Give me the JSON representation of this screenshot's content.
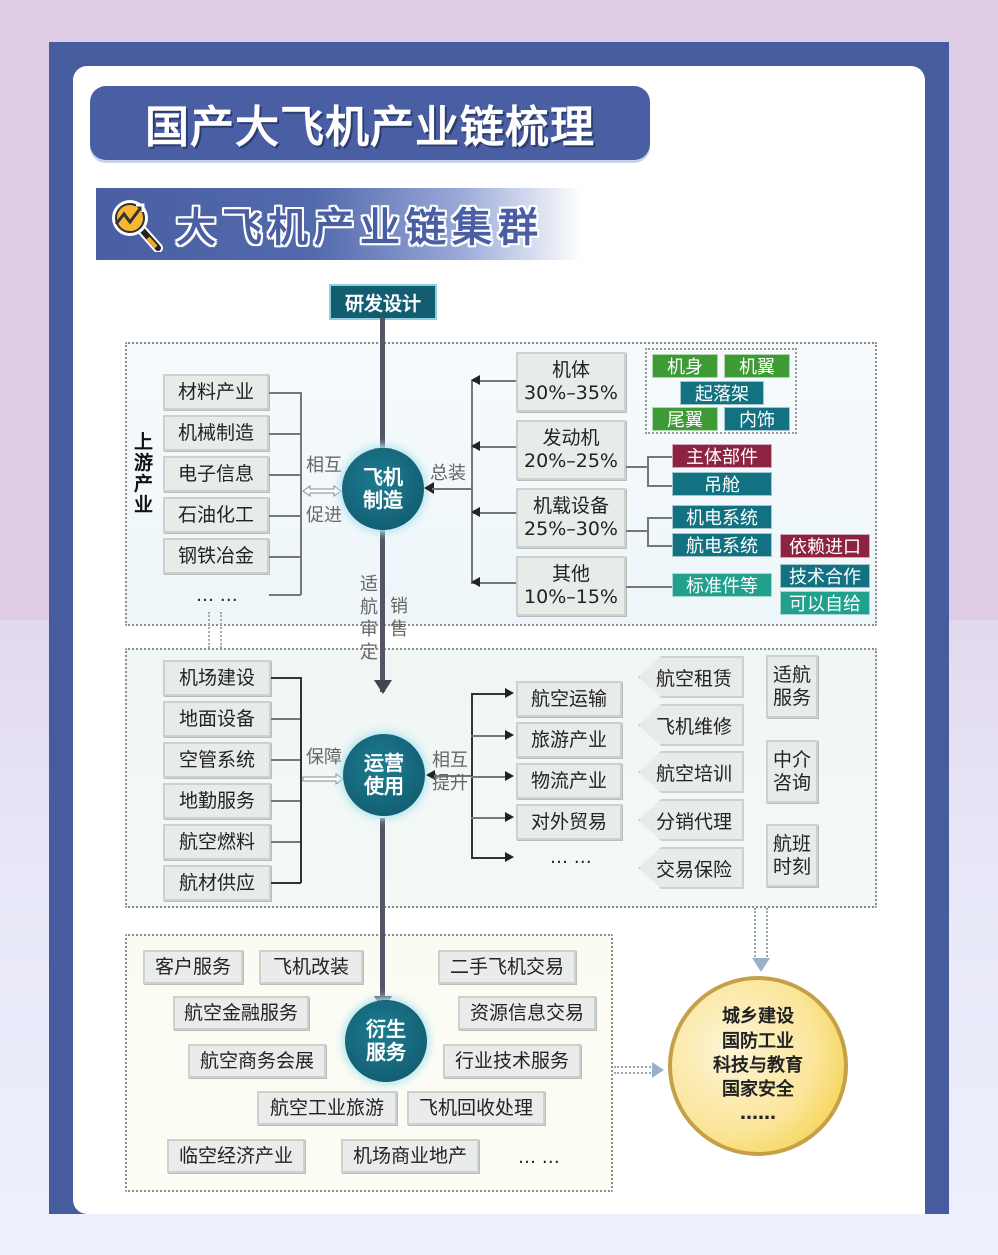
{
  "header": {
    "title": "国产大飞机产业链梳理",
    "subtitle": "大飞机产业链集群",
    "subtitle_icon": "magnifier-chart-icon"
  },
  "top_node": "研发设计",
  "upstream": {
    "side_label": "上游产业",
    "items": [
      "材料产业",
      "机械制造",
      "电子信息",
      "石油化工",
      "钢铁冶金",
      "… …"
    ],
    "relation_top": "相互",
    "relation_bottom": "促进",
    "center": "飞机\n制造",
    "assembly_label": "总装",
    "components": [
      {
        "name": "机体",
        "share": "30%–35%"
      },
      {
        "name": "发动机",
        "share": "20%–25%"
      },
      {
        "name": "机载设备",
        "share": "25%–30%"
      },
      {
        "name": "其他",
        "share": "10%–15%"
      }
    ],
    "airframe_parts": [
      "机身",
      "机翼",
      "起落架",
      "尾翼",
      "内饰"
    ],
    "engine_parts": [
      "主体部件",
      "吊舱"
    ],
    "avionics_parts": [
      "机电系统",
      "航电系统"
    ],
    "other_parts": [
      "标准件等"
    ],
    "status_tags": [
      "依赖进口",
      "技术合作",
      "可以自给"
    ]
  },
  "flow_labels": {
    "left": "适航审定",
    "right": "销售"
  },
  "midstream": {
    "items": [
      "机场建设",
      "地面设备",
      "空管系统",
      "地勤服务",
      "航空燃料",
      "航材供应"
    ],
    "support_label": "保障",
    "center": "运营\n使用",
    "relation_top": "相互",
    "relation_bottom": "提升",
    "outputs": [
      "航空运输",
      "旅游产业",
      "物流产业",
      "对外贸易",
      "… …"
    ],
    "services": [
      "航空租赁",
      "飞机维修",
      "航空培训",
      "分销代理",
      "交易保险"
    ],
    "side_services": [
      "适航\n服务",
      "中介\n咨询",
      "航班\n时刻"
    ]
  },
  "downstream": {
    "center": "衍生\n服务",
    "items": [
      "客户服务",
      "飞机改装",
      "二手飞机交易",
      "航空金融服务",
      "资源信息交易",
      "航空商务会展",
      "行业技术服务",
      "航空工业旅游",
      "飞机回收处理",
      "临空经济产业",
      "机场商业地产",
      "… …"
    ]
  },
  "impact": {
    "items": [
      "城乡建设",
      "国防工业",
      "科技与教育",
      "国家安全",
      "……"
    ]
  },
  "colors": {
    "frame": "#465c9e",
    "node": "#0f566a",
    "green": "#3e9a35",
    "teal": "#137281",
    "light_teal": "#21a08e",
    "maroon": "#8c2441",
    "gold": "#f2c928"
  }
}
